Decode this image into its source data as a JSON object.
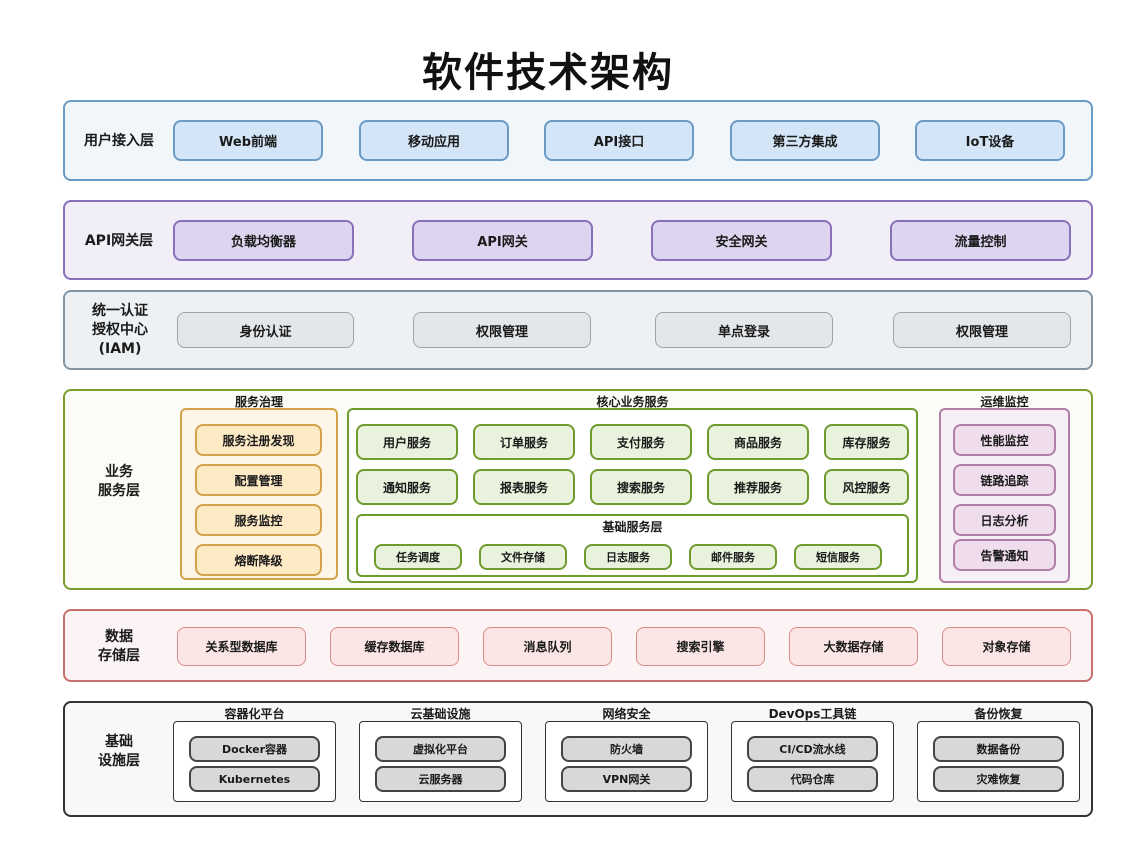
{
  "title": "软件技术架构",
  "user_access": {
    "label": "用户接入层",
    "items": [
      "Web前端",
      "移动应用",
      "API接口",
      "第三方集成",
      "IoT设备"
    ]
  },
  "api_gateway": {
    "label": "API网关层",
    "items": [
      "负载均衡器",
      "API网关",
      "安全网关",
      "流量控制"
    ]
  },
  "iam": {
    "label_line1": "统一认证",
    "label_line2": "授权中心",
    "label_line3": "(IAM)",
    "items": [
      "身份认证",
      "权限管理",
      "单点登录",
      "权限管理"
    ]
  },
  "business": {
    "label_line1": "业务",
    "label_line2": "服务层",
    "governance": {
      "title": "服务治理",
      "items": [
        "服务注册发现",
        "配置管理",
        "服务监控",
        "熔断降级"
      ]
    },
    "core": {
      "title": "核心业务服务",
      "row1": [
        "用户服务",
        "订单服务",
        "支付服务",
        "商品服务",
        "库存服务"
      ],
      "row2": [
        "通知服务",
        "报表服务",
        "搜索服务",
        "推荐服务",
        "风控服务"
      ],
      "basic": {
        "title": "基础服务层",
        "items": [
          "任务调度",
          "文件存储",
          "日志服务",
          "邮件服务",
          "短信服务"
        ]
      }
    },
    "ops": {
      "title": "运维监控",
      "items": [
        "性能监控",
        "链路追踪",
        "日志分析",
        "告警通知"
      ]
    }
  },
  "data_storage": {
    "label_line1": "数据",
    "label_line2": "存储层",
    "items": [
      "关系型数据库",
      "缓存数据库",
      "消息队列",
      "搜索引擎",
      "大数据存储",
      "对象存储"
    ]
  },
  "infrastructure": {
    "label_line1": "基础",
    "label_line2": "设施层",
    "groups": [
      {
        "title": "容器化平台",
        "items": [
          "Docker容器",
          "Kubernetes"
        ]
      },
      {
        "title": "云基础设施",
        "items": [
          "虚拟化平台",
          "云服务器"
        ]
      },
      {
        "title": "网络安全",
        "items": [
          "防火墙",
          "VPN网关"
        ]
      },
      {
        "title": "DevOps工具链",
        "items": [
          "CI/CD流水线",
          "代码仓库"
        ]
      },
      {
        "title": "备份恢复",
        "items": [
          "数据备份",
          "灾难恢复"
        ]
      }
    ]
  },
  "colors": {
    "user_access_border": "#6b9ac4",
    "user_access_bg": "#f1f6fb",
    "user_access_box": "#d3e5f7",
    "api_border": "#8a70b8",
    "api_bg": "#f2eef8",
    "api_box": "#ddd5f0",
    "iam_border": "#8494a0",
    "iam_bg": "#eef1f4",
    "iam_box": "#e4e7ea",
    "business_border": "#7a9d2e",
    "business_bg": "#fbfcf6",
    "governance_border": "#d4a349",
    "governance_bg": "#fdf6e8",
    "governance_box": "#fde9c4",
    "core_border": "#6f9a2e",
    "core_box": "#e8f2dc",
    "ops_border": "#b07fa8",
    "ops_bg": "#f7eff6",
    "ops_box": "#efdcec",
    "data_border": "#c9706c",
    "data_bg": "#fcf4f4",
    "data_box": "#fbe6e5",
    "infra_border": "#333333",
    "infra_bg": "#f8f8f8",
    "infra_box": "#d8d8d8"
  }
}
